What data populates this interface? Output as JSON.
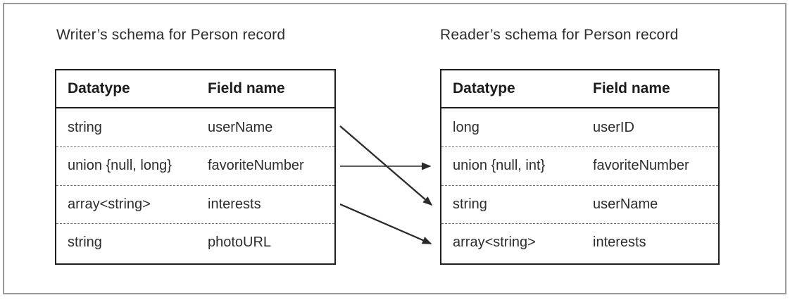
{
  "writer_table": {
    "title": "Writer’s schema for Person record",
    "headers": [
      "Datatype",
      "Field name"
    ],
    "rows": [
      {
        "datatype": "string",
        "field": "userName"
      },
      {
        "datatype": "union {null, long}",
        "field": "favoriteNumber"
      },
      {
        "datatype": "array<string>",
        "field": "interests"
      },
      {
        "datatype": "string",
        "field": "photoURL"
      }
    ]
  },
  "reader_table": {
    "title": "Reader’s schema for Person record",
    "headers": [
      "Datatype",
      "Field name"
    ],
    "rows": [
      {
        "datatype": "long",
        "field": "userID"
      },
      {
        "datatype": "union {null, int}",
        "field": "favoriteNumber"
      },
      {
        "datatype": "string",
        "field": "userName"
      },
      {
        "datatype": "array<string>",
        "field": "interests"
      }
    ]
  },
  "arrows": [
    {
      "field": "userName",
      "from_table": "writer",
      "from_row": 1,
      "to_table": "reader",
      "to_row": 3
    },
    {
      "field": "favoriteNumber",
      "from_table": "writer",
      "from_row": 2,
      "to_table": "reader",
      "to_row": 2
    },
    {
      "field": "interests",
      "from_table": "writer",
      "from_row": 3,
      "to_table": "reader",
      "to_row": 4
    }
  ],
  "colors": {
    "table_border": "#1f1f1f",
    "text": "#2e2e2e",
    "dashed_divider": "#6f6f6f",
    "arrow": "#2a2a2a",
    "frame_border": "#9a9a9a"
  }
}
